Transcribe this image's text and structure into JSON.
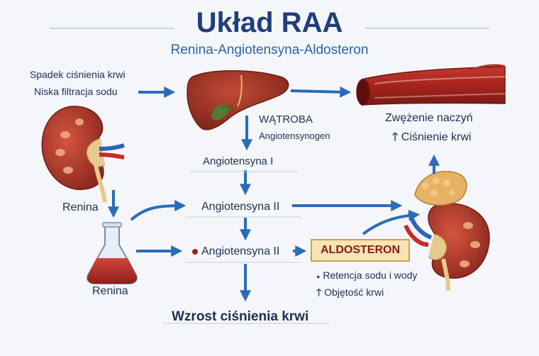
{
  "header": {
    "title": "Układ RAA",
    "subtitle": "Renina-Angiotensyna-Aldosteron"
  },
  "triggers": {
    "line1": "Spadek ciśnienia krwi",
    "line2": "Niska filtracja sodu"
  },
  "liver": {
    "label": "WĄTROBA",
    "product": "Angiotensynogen"
  },
  "vessel": {
    "label": "Zwężenie naczyń",
    "effect": "Ciśnienie krwi",
    "effect_arrow": "🡑"
  },
  "kidney_left": {
    "label": "Renina"
  },
  "flask": {
    "label": "Renina"
  },
  "cascade": {
    "step1": "Angiotensyna I",
    "step2": "Angiotensyna II",
    "step3": "Angiotensyna II"
  },
  "aldosterone": {
    "label": "ALDOSTERON",
    "effect1": "Retencja sodu i wody",
    "effect2": "Objętość krwi",
    "bullet": "●",
    "effect2_arrow": "🡑"
  },
  "result": {
    "label": "Wzrost ciśnienia krwi"
  },
  "colors": {
    "arrow": "#2a6cb8",
    "kidney": "#b3362a",
    "liver": "#a8352b",
    "title": "#1f3f79",
    "aldosterone_box": "#f7e4b3"
  }
}
